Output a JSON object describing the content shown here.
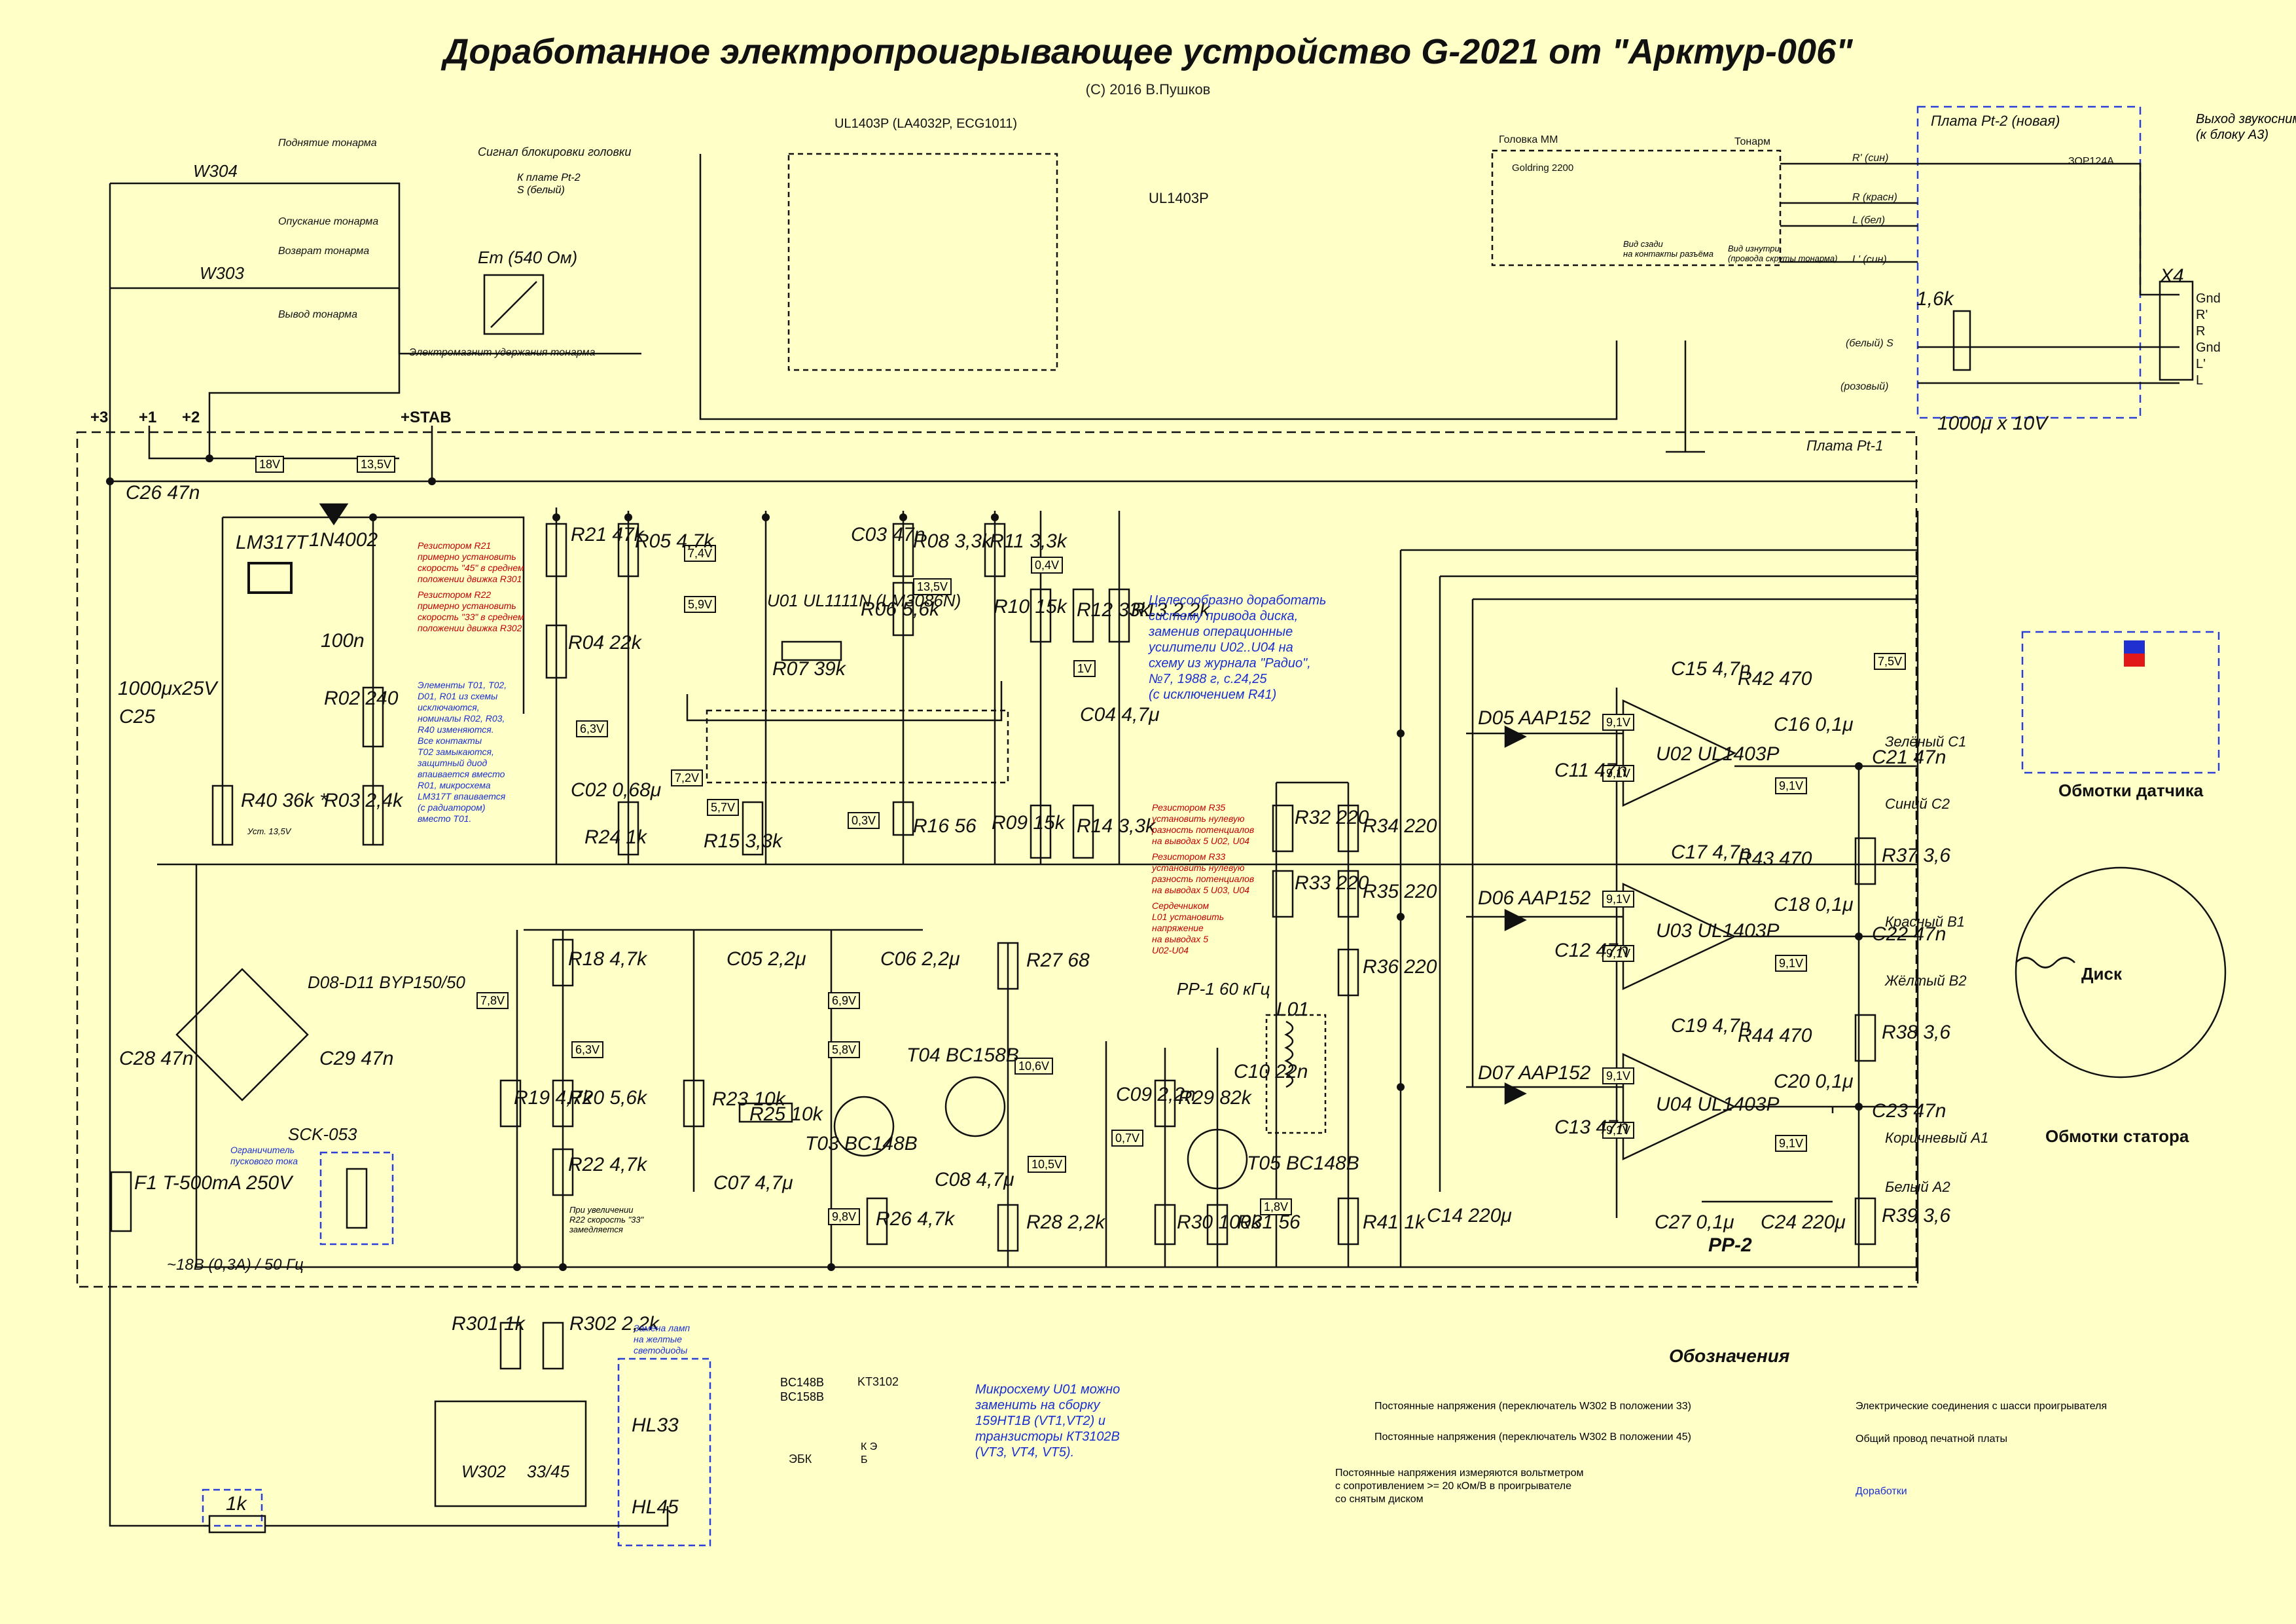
{
  "title": "Доработанное электропроигрывающее устройство G-2021 от \"Арктур-006\"",
  "copyright": "(C) 2016 В.Пушков",
  "ic_header": "UL1403P (LA4032P, ECG1011)",
  "ic_pkg": "UL1403P",
  "board_pt2": "Плата Pt-2 (новая)",
  "board_pt1": "Плата Pt-1",
  "head": {
    "title": "Головка ММ",
    "model": "Goldring 2200",
    "caption1": "Вид сзади\nна контакты разъёма",
    "tonearm": "Тонарм",
    "caption2": "Вид изнутри\n(провода скруты тонарма)"
  },
  "switches": {
    "w304": "W304",
    "w303": "W303",
    "w302": "W302",
    "w302_pos": "33/45",
    "lift": "Поднятие тонарма",
    "lower": "Опускание тонарма",
    "return": "Возврат тонарма",
    "output": "Вывод тонарма",
    "block": "Сигнал блокировки головки",
    "to_pt2": "К плате Pt-2\nS (белый)",
    "magnet": "Электромагнит удержания тонарма",
    "em": "Em (540 Ом)"
  },
  "rails": [
    "+3",
    "+1",
    "+2",
    "+STAB"
  ],
  "volt_boxes": [
    "18V",
    "13,5V",
    "7,4V",
    "5,9V",
    "6,3V",
    "7,2V",
    "5,7V",
    "13,5V",
    "0,4V",
    "1V",
    "0,3V",
    "6,9V",
    "5,8V",
    "7,8V",
    "6,3V",
    "10,6V",
    "10,5V",
    "9,8V",
    "0,7V",
    "1,8V",
    "7,5V",
    "9,1V",
    "9,1V",
    "9,1V",
    "9,1V",
    "9,1V",
    "9,1V",
    "9,1V",
    "9,1V",
    "9,1V"
  ],
  "components": [
    "C26 47n",
    "1N4002",
    "LM317T",
    "100n",
    "R02 240",
    "R03 2,4k",
    "R40 36k *",
    "1000μx25V",
    "C25",
    "R21 47k",
    "R04 22k",
    "C02 0,68μ",
    "R24 1k",
    "R05 4,7k",
    "U01 UL1111N (LM3086N)",
    "R07 39k",
    "R06 5,6k",
    "C03 47n",
    "R08 3,3k",
    "R11 3,3k",
    "R10 15k",
    "R12 33k",
    "R13 2,2k",
    "C04 4,7μ",
    "R09 15k",
    "R14 3,3k",
    "R15 3,3k",
    "R16 56",
    "D08-D11 BYP150/50",
    "C28 47n",
    "C29 47n",
    "SCK-053",
    "F1 T-500mA 250V",
    "R18 4,7k",
    "R19 4,7k",
    "R20 5,6k",
    "R22 4,7k",
    "C05 2,2μ",
    "R23 10k",
    "R25 10k",
    "C07 4,7μ",
    "T03 BC148B",
    "C06 2,2μ",
    "T04 BC158B",
    "R26 4,7k",
    "R27 68",
    "C08 4,7μ",
    "R28 2,2k",
    "PP-1 60 кГц",
    "L01",
    "C10 22n",
    "C09 2,2n",
    "R29 82k",
    "T05 BC148B",
    "R30 100k",
    "R31 56",
    "R32 220",
    "R33 220",
    "R34 220",
    "R35 220",
    "R36 220",
    "R41 1k",
    "C14 220μ",
    "D05 AAP152",
    "D06 AAP152",
    "D07 AAP152",
    "C11 47n",
    "C12 47n",
    "C13 47n",
    "U02 UL1403P",
    "U03 UL1403P",
    "U04 UL1403P",
    "C15 4,7n",
    "C17 4,7n",
    "C19 4,7n",
    "R42 470",
    "R43 470",
    "R44 470",
    "C16 0,1μ",
    "C18 0,1μ",
    "C20 0,1μ",
    "C21 47n",
    "C22 47n",
    "C23 47n",
    "R37 3,6",
    "R38 3,6",
    "R39 3,6",
    "C27 0,1μ",
    "PP-2",
    "C24 220μ",
    "R301 1k",
    "R302 2,2k",
    "HL33",
    "HL45",
    "1k",
    "1,6k",
    "1000μ x 10V",
    "X4",
    "ЗОР124А"
  ],
  "red_notes": [
    "Резистором R21\nпримерно установить\nскорость \"45\" в среднем\nположении движка R301",
    "Резистором R22\nпримерно установить\nскорость \"33\" в среднем\nположении движка R302",
    "Резистором R35\nустановить нулевую\nразность потенциалов\nна выводах 5 U02, U04",
    "Резистором R33\nустановить нулевую\nразность потенциалов\nна выводах 5 U03, U04",
    "Сердечником\nL01 установить\nнапряжение\nна выводах 5\nU02-U04"
  ],
  "blue_notes": [
    "Элементы T01, T02,\nD01, R01 из схемы\nисключаются,\nноминалы R02, R03,\nR40 изменяются.\nВсе контакты\nT02 замыкаются,\nзащитный диод\nвпаивается вместо\nR01, микросхема\nLM317T впаивается\n(с радиатором)\nвместо T01.",
    "Целесообразно доработать\nсистему привода диска,\nзаменив операционные\nусилители U02..U04 на\nсхему из журнала \"Радио\",\n№7, 1988 г, с.24,25\n(с исключением R41)",
    "Микросхему U01 можно\nзаменить на сборку\n159НТ1В (VT1,VT2) и\nтранзисторы КТ3102В\n(VT3, VT4, VT5).",
    "Ограничитель\nпускового тока",
    "Замена ламп\nна желтые\nсветодиоды"
  ],
  "labels": {
    "disk": "Диск",
    "sensor_coils": "Обмотки датчика",
    "stator_coils": "Обмотки статора",
    "supply": "~18В (0,3А) / 50 Гц",
    "pickup_out": "Выход звукоснимателя\n(к блоку А3)",
    "r22_note": "При увеличении\nR22 скорость \"33\"\nзамедляется",
    "ust": "Уст. 13,5V"
  },
  "wires": [
    "Зелёный C1",
    "Синий C2",
    "Красный B1",
    "Жёлтый B2",
    "Коричневый A1",
    "Белый A2",
    "R' (син)",
    "R (красн)",
    "L (бел)",
    "L' (син)",
    "(белый) S",
    "(розовый)"
  ],
  "x4_pins": [
    "Gnd",
    "R'",
    "R",
    "Gnd",
    "L'",
    "L"
  ],
  "legend": {
    "title": "Обозначения",
    "items": [
      "Постоянные напряжения (переключатель W302 В положении 33)",
      "Постоянные напряжения (переключатель W302 В положении 45)",
      "Постоянные напряжения измеряются вольтметром\nс сопротивлением >= 20 кОм/В в проигрывателе\nсо снятым диском",
      "Электрические соединения с шасси проигрывателя",
      "Общий провод печатной платы",
      "Доработки"
    ]
  },
  "transistors": {
    "a": "BC148B\nBC158B",
    "a_pins": "ЭБК",
    "b": "KT3102",
    "b_pins": "К Э\nБ"
  }
}
